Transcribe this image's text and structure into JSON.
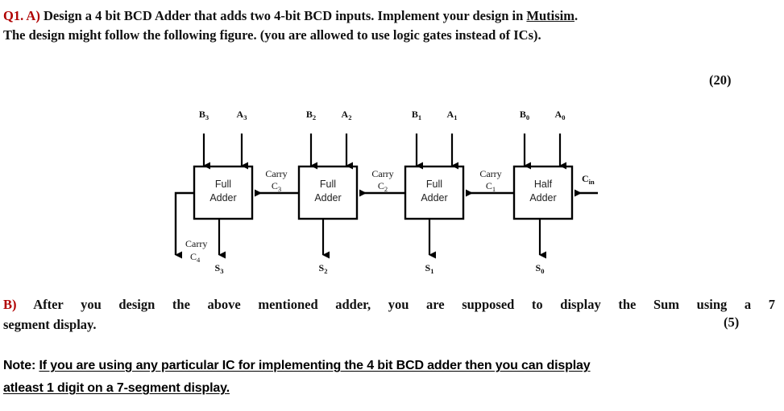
{
  "question_a": {
    "label": "Q1. A)",
    "line1_before": " Design a 4 bit BCD Adder that adds two 4-bit BCD inputs. Implement your design in ",
    "line1_underlined": "Mutisim",
    "line1_after": ".",
    "line2": "The design might follow the following figure. (you are allowed to use logic gates instead of ICs).",
    "marks": "(20)"
  },
  "question_b": {
    "label": "B)",
    "line1": " After you design the above mentioned adder, you are supposed to display the Sum using a 7",
    "line2": "segment display.",
    "marks": "(5)"
  },
  "note": {
    "label": "Note: ",
    "line1": "If you are using any particular IC for implementing the 4 bit BCD adder then you can display",
    "line2": "atleast 1 digit on a 7-segment display."
  },
  "diagram": {
    "blocks": [
      {
        "id": "adder-3",
        "line1": "Full",
        "line2": "Adder"
      },
      {
        "id": "adder-2",
        "line1": "Full",
        "line2": "Adder"
      },
      {
        "id": "adder-1",
        "line1": "Full",
        "line2": "Adder"
      },
      {
        "id": "adder-0",
        "line1": "Half",
        "line2": "Adder"
      }
    ],
    "inputs_b": [
      {
        "name": "B",
        "sub": "3"
      },
      {
        "name": "B",
        "sub": "2"
      },
      {
        "name": "B",
        "sub": "1"
      },
      {
        "name": "B",
        "sub": "0"
      }
    ],
    "inputs_a": [
      {
        "name": "A",
        "sub": "3"
      },
      {
        "name": "A",
        "sub": "2"
      },
      {
        "name": "A",
        "sub": "1"
      },
      {
        "name": "A",
        "sub": "0"
      }
    ],
    "sums": [
      {
        "name": "S",
        "sub": "3"
      },
      {
        "name": "S",
        "sub": "2"
      },
      {
        "name": "S",
        "sub": "1"
      },
      {
        "name": "S",
        "sub": "0"
      }
    ],
    "carries": [
      {
        "word": "Carry",
        "name": "C",
        "sub": "3"
      },
      {
        "word": "Carry",
        "name": "C",
        "sub": "2"
      },
      {
        "word": "Carry",
        "name": "C",
        "sub": "1"
      }
    ],
    "carry_out": {
      "word": "Carry",
      "name": "C",
      "sub": "4"
    },
    "carry_in": {
      "name": "C",
      "sub": "in"
    },
    "colors": {
      "line": "#000000",
      "box_fill": "#ffffff",
      "text": "#222222"
    }
  }
}
